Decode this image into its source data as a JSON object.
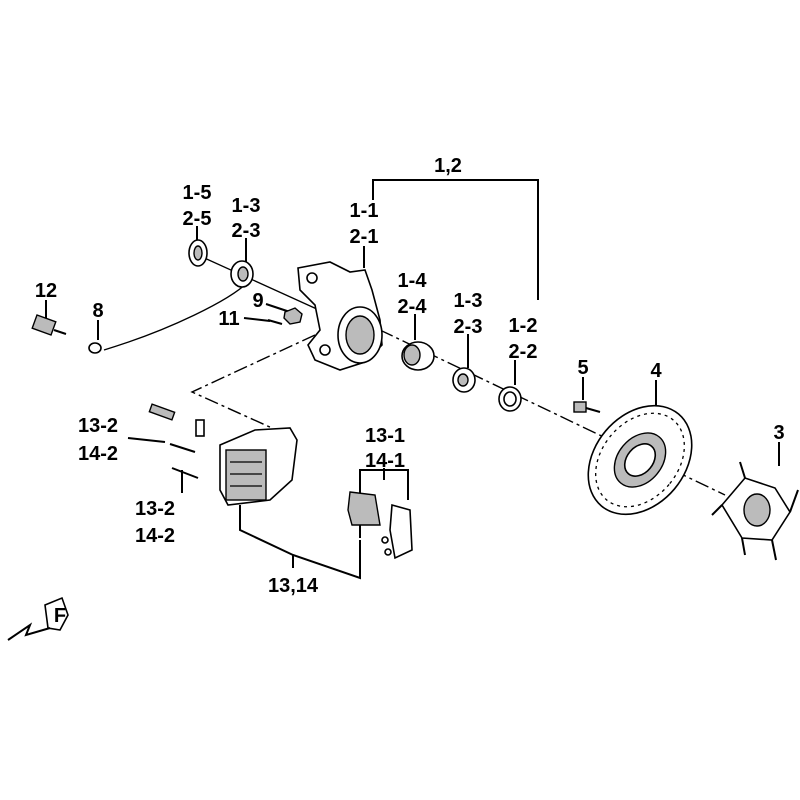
{
  "diagram": {
    "labels": {
      "assembly_1_2": "1,2",
      "knuckle_a": "1-1",
      "knuckle_b": "2-1",
      "seal_outer_a": "1-5",
      "seal_outer_b": "2-5",
      "bearing_left_a": "1-3",
      "bearing_left_b": "2-3",
      "bolt_12": "12",
      "washer_8": "8",
      "nut_9": "9",
      "pin_11": "11",
      "spacer_a": "1-4",
      "spacer_b": "2-4",
      "bearing_right_a": "1-3",
      "bearing_right_b": "2-3",
      "seal_inner_a": "1-2",
      "seal_inner_b": "2-2",
      "bolt_5": "5",
      "disc_4": "4",
      "hub_3": "3",
      "caliper_pin_top_a": "13-2",
      "caliper_pin_top_b": "14-2",
      "caliper_pin_bottom_a": "13-2",
      "caliper_pin_bottom_b": "14-2",
      "pads_a": "13-1",
      "pads_b": "14-1",
      "caliper_assembly": "13,14"
    },
    "front_indicator": "F"
  }
}
